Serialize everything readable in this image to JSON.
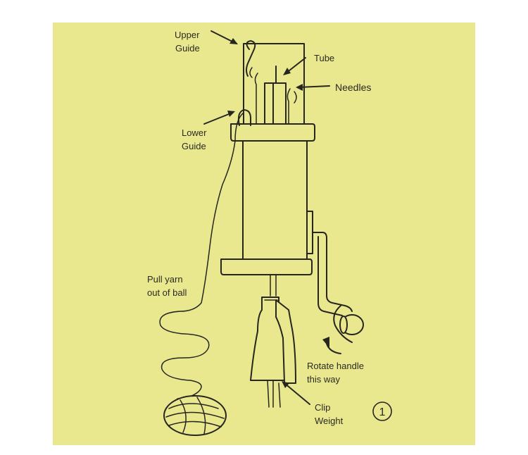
{
  "colors": {
    "background": "#ffffff",
    "paper": "#eae88f",
    "ink": "#26261f"
  },
  "labels": {
    "upper_guide_line1": "Upper",
    "upper_guide_line2": "Guide",
    "tube": "Tube",
    "needles": "Needles",
    "lower_guide_line1": "Lower",
    "lower_guide_line2": "Guide",
    "pull_yarn_line1": "Pull yarn",
    "pull_yarn_line2": "out of ball",
    "rotate_line1": "Rotate handle",
    "rotate_line2": "this way",
    "clip_line1": "Clip",
    "clip_line2": "Weight",
    "step_number": "1"
  },
  "icons": [
    "arrow-icon",
    "rotation-arrow-icon",
    "yarn-ball-icon"
  ]
}
